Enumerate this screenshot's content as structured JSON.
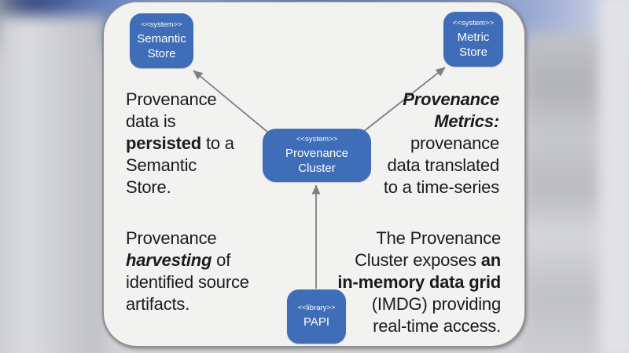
{
  "slide": {
    "nodes": [
      {
        "stereotype": "<<system>>",
        "name": "Semantic\nStore"
      },
      {
        "stereotype": "<<system>>",
        "name": "Metric\nStore"
      },
      {
        "stereotype": "<<system>>",
        "name": "Provenance\nCluster"
      },
      {
        "stereotype": "<<library>>",
        "name": "PAPI"
      }
    ],
    "annotations": {
      "persist": {
        "pre": "Provenance\ndata is\n",
        "em": "persisted",
        "post": " to a\nSemantic\nStore."
      },
      "metrics": {
        "em": "Provenance\nMetrics:",
        "post": "\nprovenance\ndata translated\nto a time-series"
      },
      "harvest": {
        "pre": "Provenance\n",
        "em": "harvesting",
        "post": " of\nidentified source\nartifacts."
      },
      "imdg": {
        "pre": "The Provenance\nCluster exposes ",
        "em": "an\nin-memory data grid",
        "post": "\n(IMDG) providing\nreal-time access."
      }
    },
    "colors": {
      "node_fill": "#3f6db7",
      "node_text": "#ffffff",
      "connector": "#7f7f7f",
      "slide_bg": "#f2f2f1",
      "slide_border": "#8f8f8f",
      "text": "#1b1b1b"
    }
  }
}
